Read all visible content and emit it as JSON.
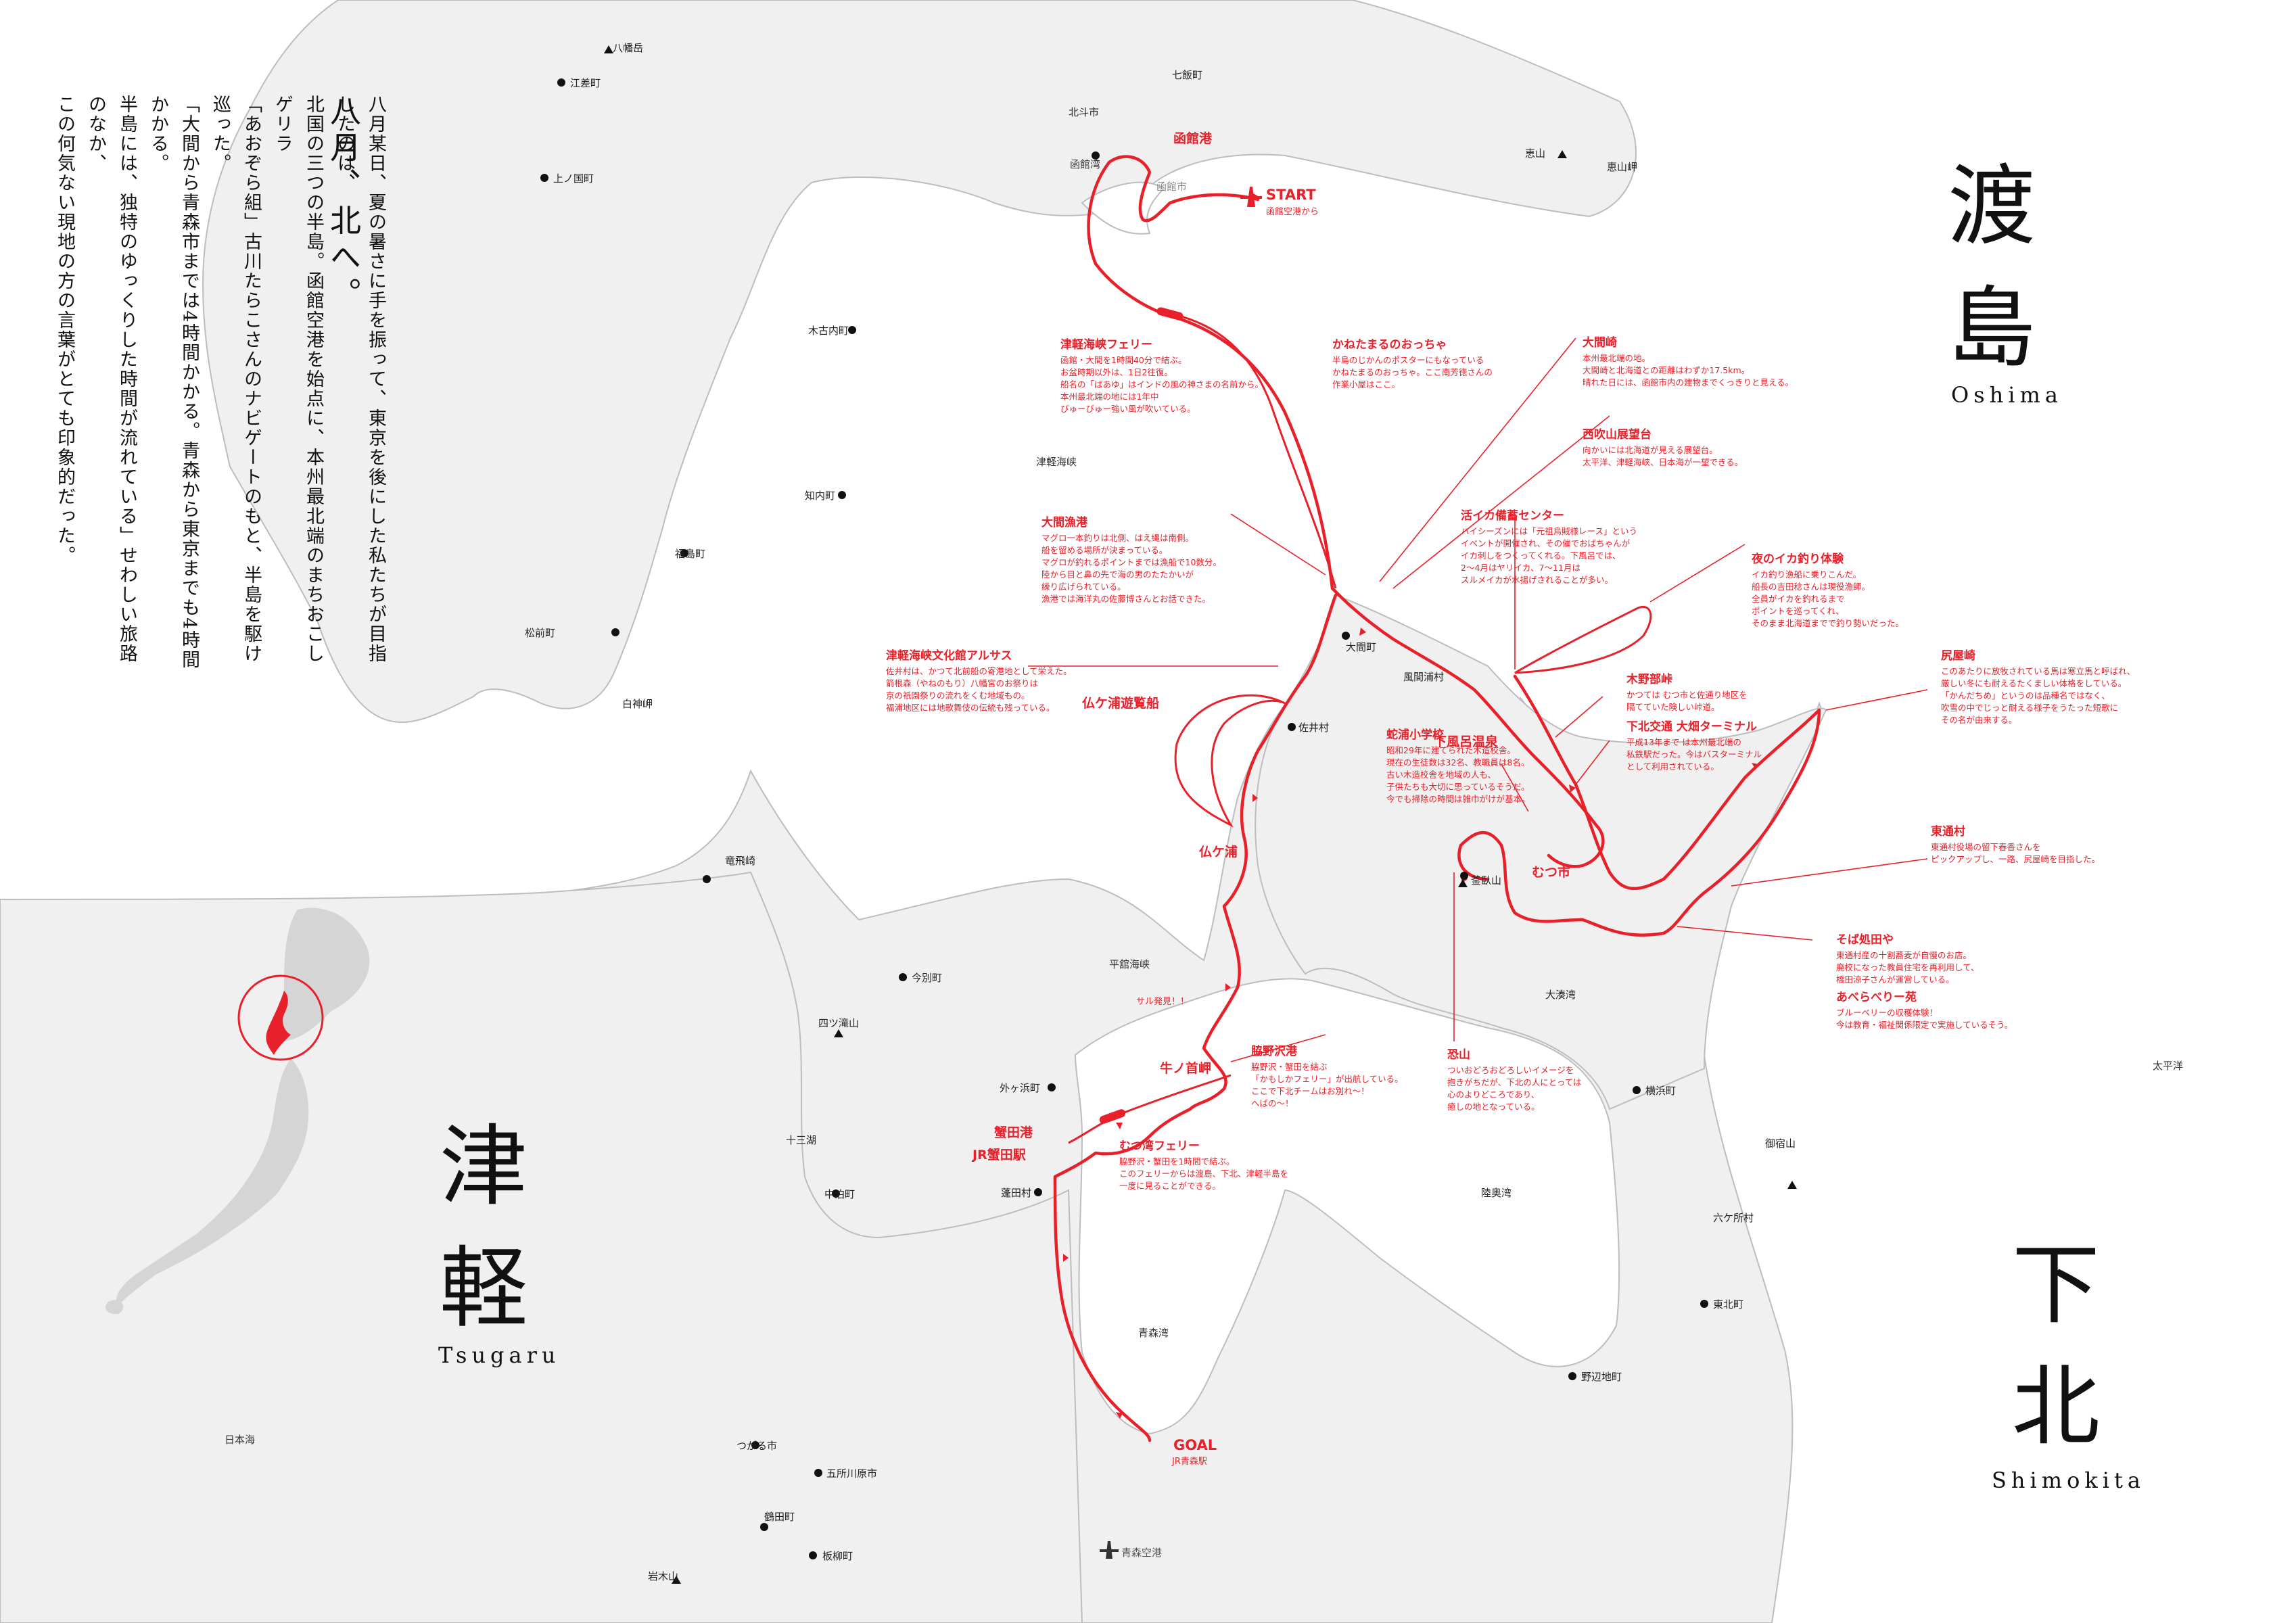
{
  "intro": {
    "title": "八月、北へ。",
    "paragraph": [
      "八月某日、夏の暑さに手を振って、東京を後にした私たちが目指したのは、",
      "北国の三つの半島。函館空港を始点に、本州最北端のまちおこしゲリラ",
      "「あおぞら組」古川たらこさんのナビゲートのもと、半島を駆け巡った。",
      "「大間から青森市までは4時間かかる。青森から東京までも4時間かかる。",
      "半島には、独特のゆっくりした時間が流れている」せわしい旅路のなか、",
      "この何気ない現地の方の言葉がとても印象的だった。"
    ]
  },
  "regions": {
    "oshima": {
      "kanji_1": "渡",
      "kanji_2": "島",
      "roman": "Oshima"
    },
    "tsugaru": {
      "kanji_1": "津",
      "kanji_2": "軽",
      "roman": "Tsugaru"
    },
    "shimokita": {
      "kanji_1": "下",
      "kanji_2": "北",
      "roman": "Shimokita"
    }
  },
  "places": [
    "八幡岳",
    "江差町",
    "上ノ国町",
    "木古内町",
    "知内町",
    "福島町",
    "松前町",
    "白神岬",
    "北斗市",
    "七飯町",
    "恵山",
    "恵山岬",
    "函館市",
    "大間町",
    "風間浦村",
    "佐井村",
    "釜臥山",
    "大湊湾",
    "横浜町",
    "陸奥湾",
    "六ケ所村",
    "東北町",
    "野辺地町",
    "御宿山",
    "今別町",
    "四ツ滝山",
    "外ヶ浜町",
    "蓬田村",
    "中泊町",
    "十三湖",
    "つがる市",
    "五所川原市",
    "鶴田町",
    "板柳町",
    "岩木山",
    "竜飛崎"
  ],
  "seas": [
    "津軽海峡",
    "平舘海峡",
    "青森湾",
    "日本海",
    "太平洋",
    "函館湾"
  ],
  "route": {
    "start_label": "START",
    "start_sub": "函館空港から",
    "goal_label": "GOAL",
    "goal_sub": "JR青森駅",
    "airport_label": "青森空港",
    "stops": {
      "hakodate_port": "函館港",
      "hotokegaura_cruise": "仏ケ浦遊覧船",
      "hotokegaura": "仏ケ浦",
      "ushinokubi": "牛ノ首岬",
      "kanita_port": "蟹田港",
      "jr_kanita": "JR蟹田駅",
      "shimofuro": "下風呂温泉",
      "mutsu": "むつ市",
      "saru": "サル発見！！"
    }
  },
  "notes": [
    {
      "title": "津軽海峡フェリー",
      "body": "函館・大間を1時間40分で結ぶ。\nお盆時期以外は、1日2往復。\n船名の「ばあゆ」はインドの風の神さまの名前から。\n本州最北端の地には1年中\nびゅーびゅー強い風が吹いている。"
    },
    {
      "title": "かねたまるのおっちゃ",
      "body": "半島のじかんのポスターにもなっている\nかねたまるのおっちゃ。ここ南芳徳さんの\n作業小屋はここ。"
    },
    {
      "title": "大間崎",
      "body": "本州最北端の地。\n大間崎と北海道との距離はわずか17.5km。\n晴れた日には、函館市内の建物までくっきりと見える。"
    },
    {
      "title": "西吹山展望台",
      "body": "向かいには北海道が見える展望台。\n太平洋、津軽海峡、日本海が一望できる。"
    },
    {
      "title": "活イカ備蓄センター",
      "body": "ハイシーズンには「元祖烏賊様レース」という\nイベントが開催され、その催でおばちゃんが\nイカ刺しをつくってくれる。下風呂では、\n2～4月はヤリイカ、7～11月は\nスルメイカが水揚げされることが多い。"
    },
    {
      "title": "大間漁港",
      "body": "マグロ一本釣りは北側、はえ縄は南側。\n船を留める場所が決まっている。\nマグロが釣れるポイントまでは漁船で10数分。\n陸から目と鼻の先で海の男のたたかいが\n繰り広げられている。\n漁港では海洋丸の佐藤博さんとお話できた。"
    },
    {
      "title": "夜のイカ釣り体験",
      "body": "イカ釣り漁船に乗りこんだ。\n船長の吉田稔さんは現役漁師。\n全員がイカを釣れるまで\nポイントを巡ってくれ、\nそのまま北海道までで釣り勢いだった。"
    },
    {
      "title": "津軽海峡文化館アルサス",
      "body": "佐井村は、かつて北前船の寄港地として栄えた。\n箭根森（やねのもり）八幡宮のお祭りは\n京の祇園祭りの流れをくむ地域もの。\n福浦地区には地歌舞伎の伝統も残っている。"
    },
    {
      "title": "尻屋崎",
      "body": "このあたりに放牧されている馬は寒立馬と呼ばれ、\n厳しい冬にも耐えるたくましい体格をしている。\n「かんだちめ」というのは品種名ではなく、\n吹雪の中でじっと耐える様子をうたった短歌に\nその名が由来する。"
    },
    {
      "title": "木野部峠",
      "body": "かつては むつ市と佐通り地区を\n隔てていた険しい峠道。"
    },
    {
      "title": "下北交通 大畑ターミナル",
      "body": "平成13年まで は本州最北端の\n私鉄駅だった。今はバスターミナル\nとして利用されている。"
    },
    {
      "title": "蛇浦小学校",
      "body": "昭和29年に建てられた木造校舎。\n現在の生徒数は32名、教職員は8名。\n古い木造校舎を地域の人も、\n子供たちも大切に思っているそうだ。\n今でも掃除の時間は雑巾がけが基本。"
    },
    {
      "title": "東通村",
      "body": "東通村役場の留下春香さんを\nピックアップし、一路、尻屋崎を目指した。"
    },
    {
      "title": "そば処田や",
      "body": "東通村産の十割蕎麦が自慢のお店。\n廃校になった教員住宅を再利用して、\n橋田涼子さんが運営している。"
    },
    {
      "title": "あべらべりー苑",
      "body": "ブルーベリーの収穫体験！\n今は教育・福祉関係限定で実施しているそう。"
    },
    {
      "title": "脇野沢港",
      "body": "脇野沢・蟹田を結ぶ\n「かもしかフェリー」が出航している。\nここで下北チームはお別れ～！\nへばの～！"
    },
    {
      "title": "恐山",
      "body": "ついおどろおどろしいイメージを\n抱きがちだが、下北の人にとっては\n心のよりどころであり、\n癒しの地となっている。"
    },
    {
      "title": "むつ湾フェリー",
      "body": "脇野沢・蟹田を1時間で結ぶ。\nこのフェリーからは渡島、下北、津軽半島を\n一度に見ることができる。"
    }
  ],
  "colors": {
    "route": "#e8202a",
    "land": "#f0f0f0",
    "text": "#111111"
  }
}
